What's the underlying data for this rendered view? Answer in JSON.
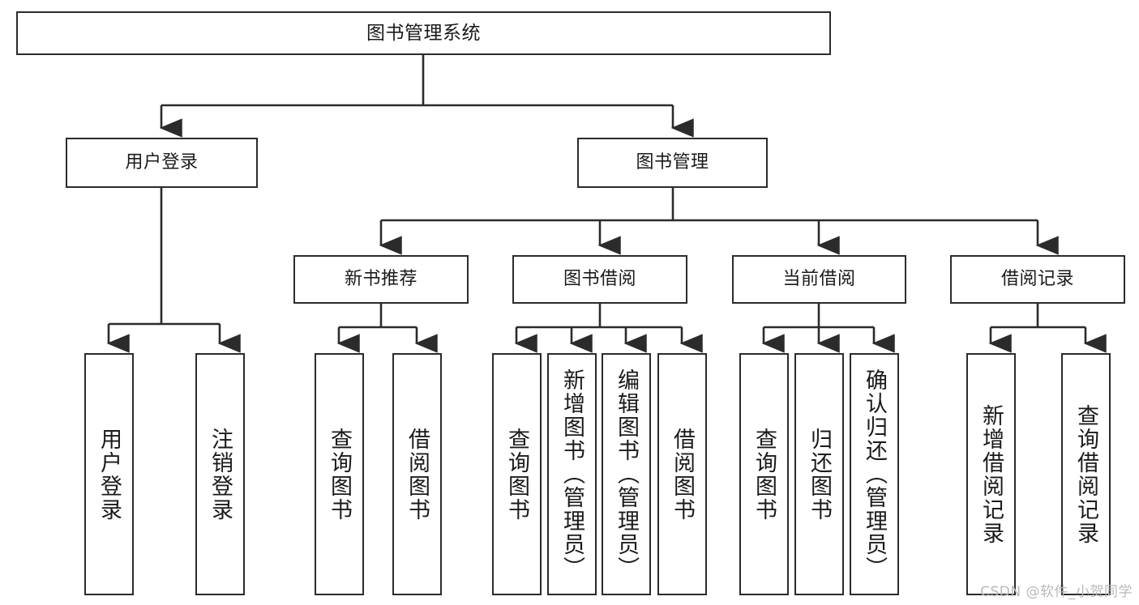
{
  "diagram": {
    "title": "图书管理系统",
    "type": "tree-hierarchy-diagram",
    "stroke_color": "#2b2b2b",
    "background_color": "#ffffff",
    "text_color": "#1a1a1a",
    "watermark": "CSDN @软件_小贺同学",
    "watermark_color": "#b9b9b9"
  },
  "nodes": {
    "root": {
      "label": "图书管理系统"
    },
    "level2": [
      {
        "label": "用户登录"
      },
      {
        "label": "图书管理"
      }
    ],
    "level3": [
      {
        "label": "新书推荐"
      },
      {
        "label": "图书借阅"
      },
      {
        "label": "当前借阅"
      },
      {
        "label": "借阅记录"
      }
    ],
    "leaves": {
      "user_login": [
        {
          "label": "用户登录"
        },
        {
          "label": "注销登录"
        }
      ],
      "new_book_recommend": [
        {
          "label": "查询图书"
        },
        {
          "label": "借阅图书"
        }
      ],
      "book_borrow": [
        {
          "label": "查询图书"
        },
        {
          "label": "新增图书（管理员）"
        },
        {
          "label": "编辑图书（管理员）"
        },
        {
          "label": "借阅图书"
        }
      ],
      "current_borrow": [
        {
          "label": "查询图书"
        },
        {
          "label": "归还图书"
        },
        {
          "label": "确认归还（管理员）"
        }
      ],
      "borrow_records": [
        {
          "label": "新增借阅记录"
        },
        {
          "label": "查询借阅记录"
        }
      ]
    }
  }
}
